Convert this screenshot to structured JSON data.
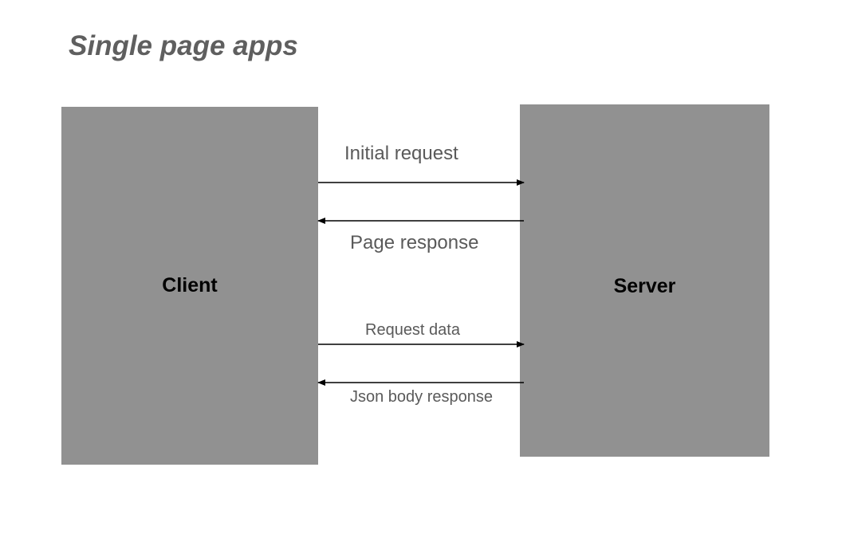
{
  "title": "Single page apps",
  "colors": {
    "box_fill": "#919191",
    "title_text": "#5f5f5f",
    "label_text": "#5a5a5a",
    "arrow": "#000000"
  },
  "nodes": {
    "client": {
      "label": "Client"
    },
    "server": {
      "label": "Server"
    }
  },
  "messages": [
    {
      "label": "Initial request",
      "from": "client",
      "to": "server"
    },
    {
      "label": "Page response",
      "from": "server",
      "to": "client"
    },
    {
      "label": "Request data",
      "from": "client",
      "to": "server"
    },
    {
      "label": "Json body response",
      "from": "server",
      "to": "client"
    }
  ]
}
